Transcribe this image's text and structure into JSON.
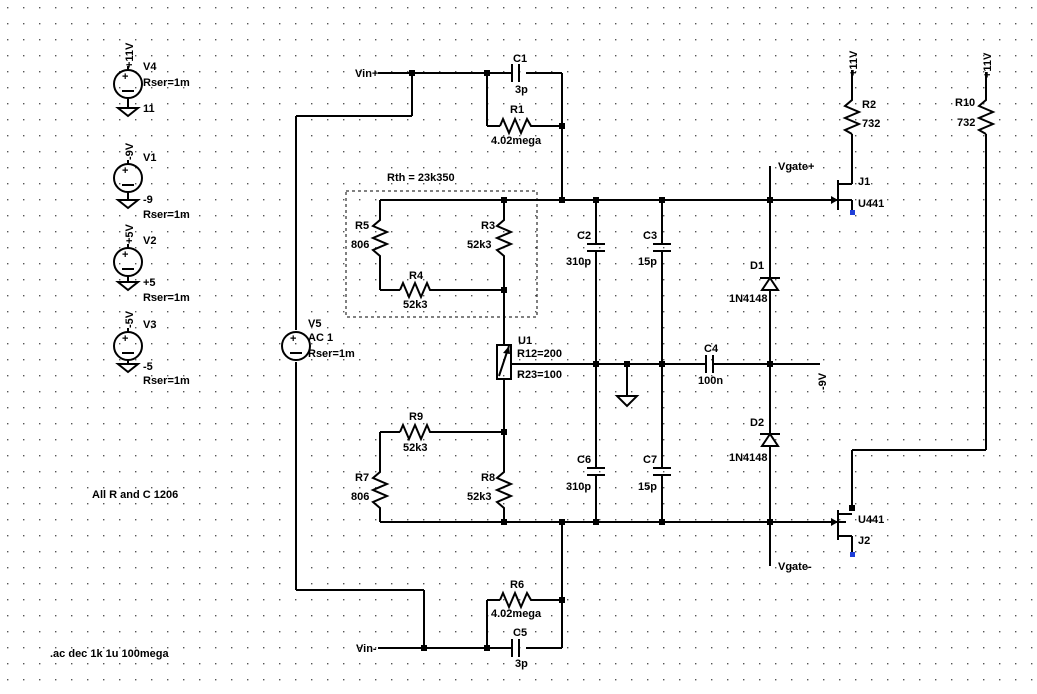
{
  "sources": {
    "v4": {
      "name": "V4",
      "top": "+11V",
      "param": "Rser=1m",
      "value": "11"
    },
    "v1": {
      "name": "V1",
      "top": "-9V",
      "param": "Rser=1m",
      "value": "-9"
    },
    "v2": {
      "name": "V2",
      "top": "+5V",
      "param": "Rser=1m",
      "value": "+5"
    },
    "v3": {
      "name": "V3",
      "top": "-5V",
      "param": "Rser=1m",
      "value": "-5"
    },
    "v5": {
      "name": "V5",
      "ac": "AC 1",
      "param": "Rser=1m"
    }
  },
  "components": {
    "c1": {
      "name": "C1",
      "value": "3p"
    },
    "r1": {
      "name": "R1",
      "value": "4.02mega"
    },
    "r2": {
      "name": "R2",
      "value": "732"
    },
    "r10": {
      "name": "R10",
      "value": "732"
    },
    "r5": {
      "name": "R5",
      "value": "806"
    },
    "r3": {
      "name": "R3",
      "value": "52k3"
    },
    "r4": {
      "name": "R4",
      "value": "52k3"
    },
    "c2": {
      "name": "C2",
      "value": "310p"
    },
    "c3": {
      "name": "C3",
      "value": "15p"
    },
    "d1": {
      "name": "D1",
      "value": "1N4148"
    },
    "u1": {
      "name": "U1",
      "r12": "R12=200",
      "r23": "R23=100"
    },
    "c4": {
      "name": "C4",
      "value": "100n"
    },
    "d2": {
      "name": "D2",
      "value": "1N4148"
    },
    "r9": {
      "name": "R9",
      "value": "52k3"
    },
    "r7": {
      "name": "R7",
      "value": "806"
    },
    "r8": {
      "name": "R8",
      "value": "52k3"
    },
    "c6": {
      "name": "C6",
      "value": "310p"
    },
    "c7": {
      "name": "C7",
      "value": "15p"
    },
    "r6": {
      "name": "R6",
      "value": "4.02mega"
    },
    "c5": {
      "name": "C5",
      "value": "3p"
    },
    "j1": {
      "name": "J1",
      "model": "U441"
    },
    "j2": {
      "name": "J2",
      "model": "U441"
    }
  },
  "nets": {
    "vin_plus": "Vin+",
    "vin_minus": "Vin-",
    "vgate_plus": "Vgate+",
    "vgate_minus": "Vgate-",
    "plus11_j1": "+11V",
    "plus11_r10": "+11V",
    "minus9": "-9V"
  },
  "texts": {
    "rth": "Rth = 23k350",
    "note": "All R and C 1206",
    "sim": ".ac dec 1k 1u 100mega"
  }
}
